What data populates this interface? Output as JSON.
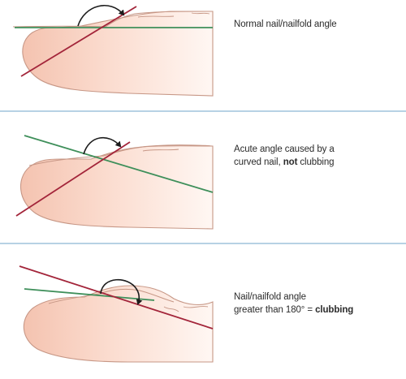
{
  "panels": [
    {
      "caption_lines": [
        {
          "parts": [
            {
              "text": "Normal nail/nailfold angle",
              "bold": false
            }
          ]
        }
      ]
    },
    {
      "caption_lines": [
        {
          "parts": [
            {
              "text": "Acute angle caused by a",
              "bold": false
            }
          ]
        },
        {
          "parts": [
            {
              "text": "curved nail, ",
              "bold": false
            },
            {
              "text": "not",
              "bold": true
            },
            {
              "text": " clubbing",
              "bold": false
            }
          ]
        }
      ]
    },
    {
      "caption_lines": [
        {
          "parts": [
            {
              "text": "Nail/nailfold angle",
              "bold": false
            }
          ]
        },
        {
          "parts": [
            {
              "text": "greater than 180° = ",
              "bold": false
            },
            {
              "text": "clubbing",
              "bold": true
            }
          ]
        }
      ]
    }
  ],
  "colors": {
    "skin_light": "#fdeee6",
    "skin_dark": "#f2b9a4",
    "outline": "#c79786",
    "nail_line": "#3e8f5a",
    "axis_line": "#a3253a",
    "divider": "#9fc3dc",
    "arrow": "#1c1c1c"
  }
}
